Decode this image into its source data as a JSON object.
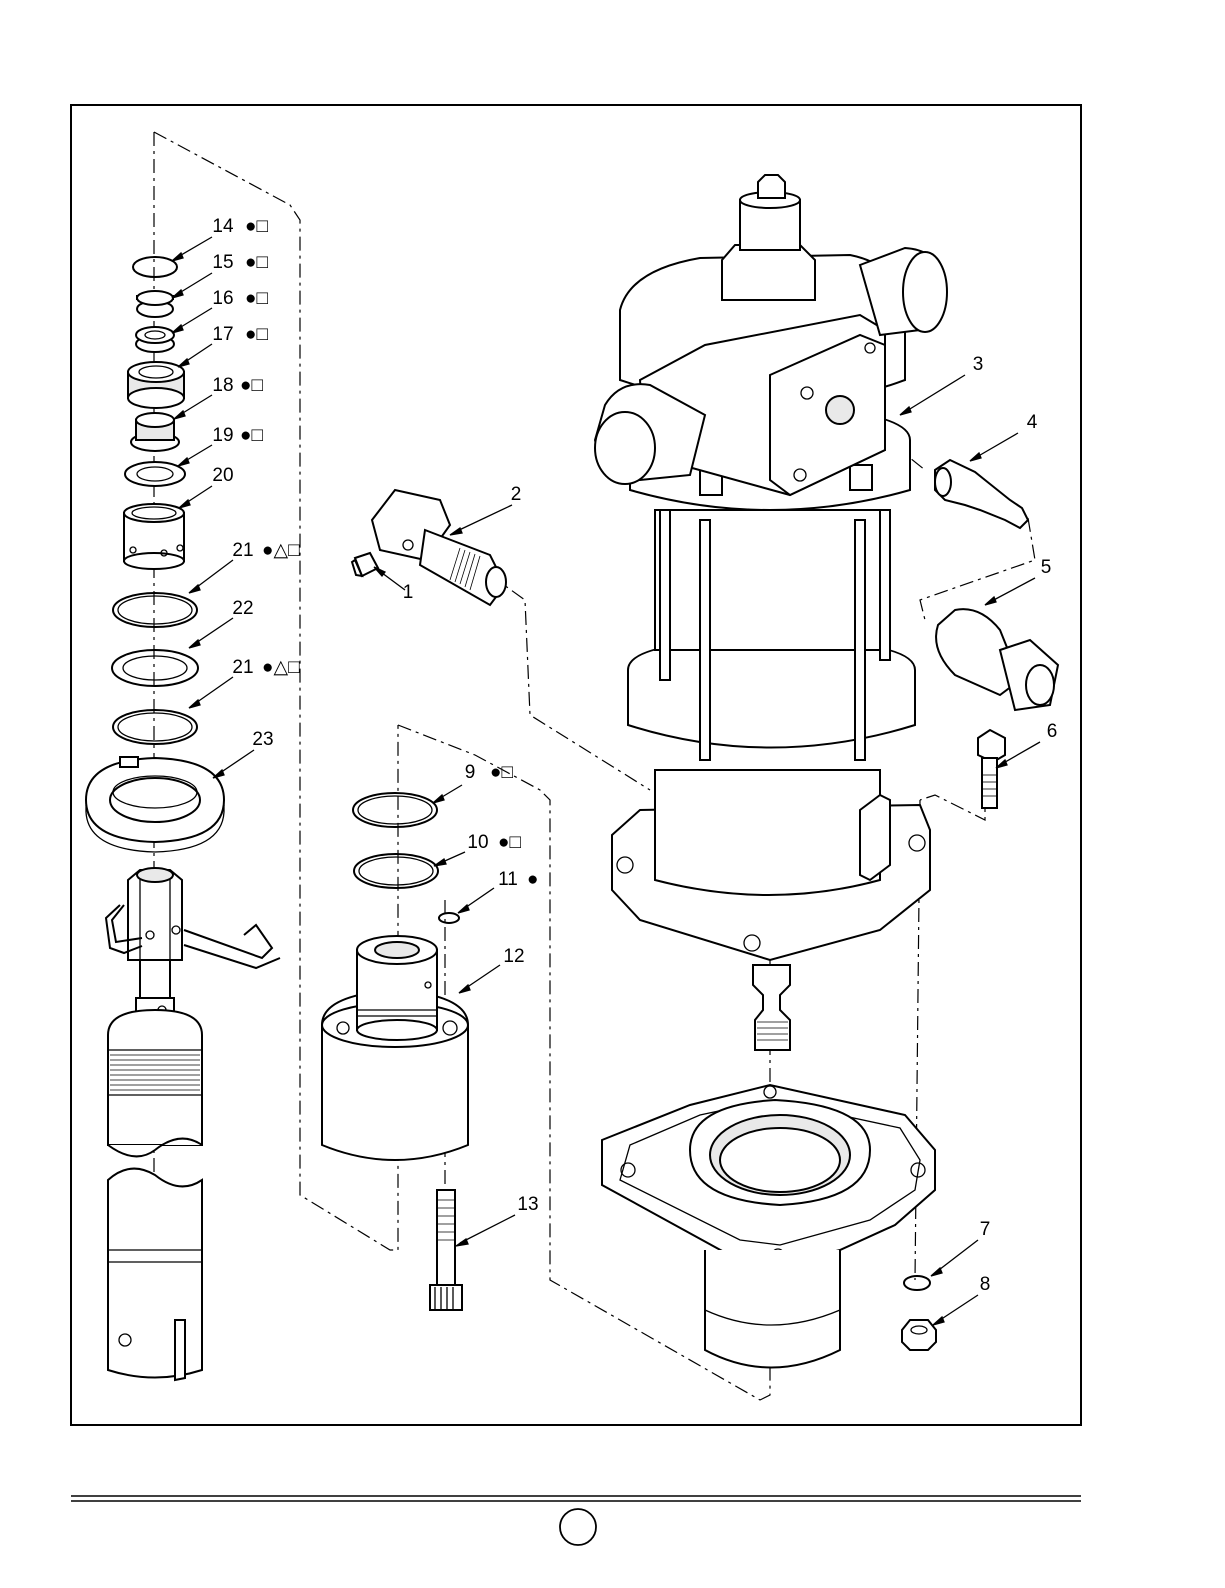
{
  "callouts": [
    {
      "number": "1",
      "symbols": ""
    },
    {
      "number": "2",
      "symbols": ""
    },
    {
      "number": "3",
      "symbols": ""
    },
    {
      "number": "4",
      "symbols": ""
    },
    {
      "number": "5",
      "symbols": ""
    },
    {
      "number": "6",
      "symbols": ""
    },
    {
      "number": "7",
      "symbols": ""
    },
    {
      "number": "8",
      "symbols": ""
    },
    {
      "number": "9",
      "symbols": "●□"
    },
    {
      "number": "10",
      "symbols": "●□"
    },
    {
      "number": "11",
      "symbols": "●"
    },
    {
      "number": "12",
      "symbols": ""
    },
    {
      "number": "13",
      "symbols": ""
    },
    {
      "number": "14",
      "symbols": "●□"
    },
    {
      "number": "15",
      "symbols": "●□"
    },
    {
      "number": "16",
      "symbols": "●□"
    },
    {
      "number": "17",
      "symbols": "●□"
    },
    {
      "number": "18",
      "symbols": "●□"
    },
    {
      "number": "19",
      "symbols": "●□"
    },
    {
      "number": "20",
      "symbols": ""
    },
    {
      "number": "21",
      "symbols": "●△□"
    },
    {
      "number": "22",
      "symbols": ""
    },
    {
      "number": "21",
      "symbols": "●△□"
    },
    {
      "number": "23",
      "symbols": ""
    }
  ],
  "footer": {
    "page_badge": ""
  }
}
